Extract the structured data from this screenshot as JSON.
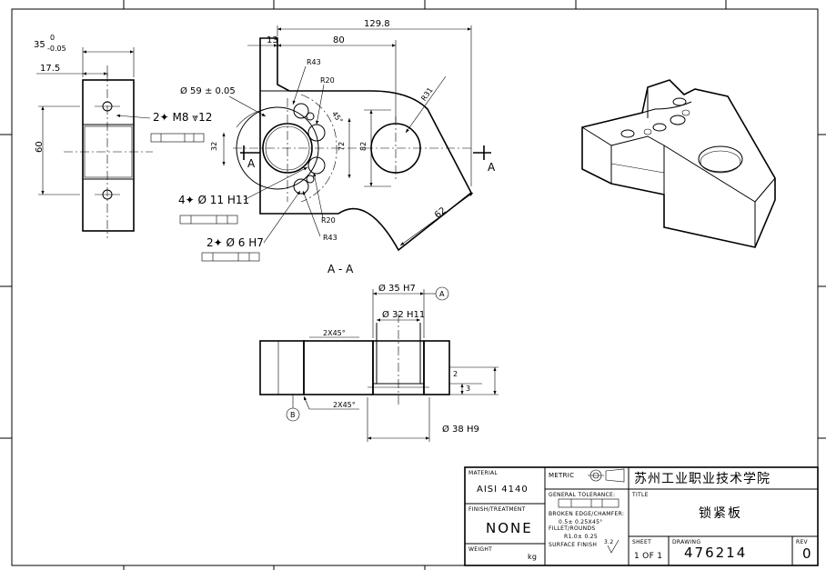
{
  "views": {
    "side": {
      "dim_width": "35",
      "tol_upper": "0",
      "tol_lower": "-0.05",
      "dim_offset": "17.5",
      "dim_height": "60"
    },
    "front": {
      "dim_overall": "129.8",
      "dim_80": "80",
      "dim_13": "13",
      "r43a": "R43",
      "r43b": "R43",
      "r20a": "R20",
      "r20b": "R20",
      "r31": "R31",
      "dim_45deg": "45°",
      "dim_32": "32",
      "dim_72": "72",
      "dim_82": "82",
      "dim_62": "62",
      "dia59": "Ø 59 ± 0.05",
      "thread_note": "2✦ M8 ⩔12",
      "holes11_note": "4✦ Ø 11 H11",
      "holes6_note": "2✦ Ø 6 H7",
      "section_letter_left": "A",
      "section_letter_right": "A",
      "section_label": "A - A"
    },
    "section": {
      "dia35": "Ø 35 H7",
      "dia32": "Ø 32 H11",
      "dia38": "Ø 38 H9",
      "chamfer_top": "2X45°",
      "chamfer_bottom": "2X45°",
      "dim_2": "2",
      "dim_3": "3",
      "datum_a": "A",
      "datum_b": "B"
    }
  },
  "titleblock": {
    "material_label": "MATERIAL",
    "material_value": "AISI 4140",
    "finish_label": "FINISH/TREATMENT",
    "finish_value": "NONE",
    "weight_label": "WEIGHT",
    "weight_unit": "kg",
    "metric_label": "METRIC",
    "company": "苏州工业职业技术学院",
    "general_tolerance_label": "GENERAL TOLERANCE:",
    "broken_edge_label": "BROKEN EDGE/CHAMFER:",
    "broken_edge_value": "0.5± 0.25X45°",
    "fillet_label": "FILLET/ROUNDS",
    "fillet_value": "R1.0± 0.25",
    "surface_label": "SURFACE FINISH",
    "surface_value": "3.2",
    "title_label": "TITLE",
    "title_value": "锁紧板",
    "sheet_label": "SHEET",
    "sheet_value": "1 OF 1",
    "drawing_label": "DRAWING",
    "drawing_value": "476214",
    "rev_label": "REV",
    "rev_value": "0"
  }
}
